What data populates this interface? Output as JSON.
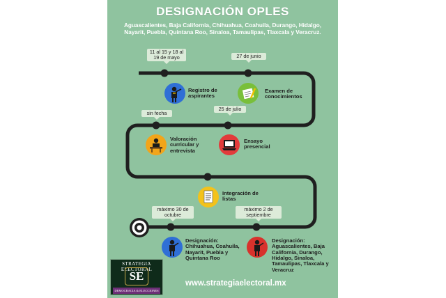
{
  "poster": {
    "title": "DESIGNACIÓN OPLES",
    "subtitle": "Aguascalientes, Baja California, Chihuahua, Coahuila, Durango, Hidalgo, Nayarit, Puebla, Quintana Roo, Sinaloa, Tamaulipas, Tlaxcala y Veracruz.",
    "url": "www.strategiaelectoral.mx"
  },
  "dates": {
    "registro": "11 al 15 y 18 al 19 de mayo",
    "examen": "27 de junio",
    "valoracion": "sin fecha",
    "ensayo": "25 de julio",
    "designacion_1": "máximo 30 de octubre",
    "designacion_2": "máximo 2 de septiembre"
  },
  "steps": {
    "registro": "Registro de aspirantes",
    "examen": "Examen de conocimientos",
    "valoracion": "Valoración curricular y entrevista",
    "ensayo": "Ensayo presencial",
    "integracion": "Integración de listas",
    "designacion_1": "Designación: Chihuahua, Coahuila, Nayarit, Puebla y Quintana Roo",
    "designacion_2": "Designación: Aguascalientes, Baja California, Durango, Hidalgo, Sinaloa, Tamaulipas, Tlaxcala y Veracruz"
  },
  "logo": {
    "line1": "STRATEGIA ELECTORAL",
    "mark": "SE",
    "line2": "DEMOCRACIA & ELECCIONES"
  },
  "colors": {
    "background": "#8fc39f",
    "road": "#1f1f1f",
    "blue": "#2f6fd6",
    "green": "#79bf3a",
    "orange": "#f2a51a",
    "red": "#e23b3b",
    "yellow": "#f3c21b",
    "darkred": "#d8322c"
  },
  "icons": [
    "speaker-icon",
    "exam-icon",
    "interview-icon",
    "laptop-icon",
    "document-list-icon",
    "leader-icon",
    "target-icon",
    "logo-icon"
  ]
}
